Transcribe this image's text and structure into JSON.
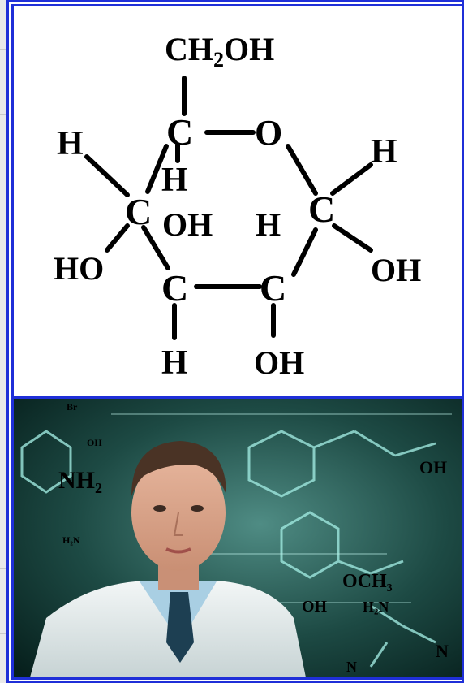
{
  "structure": {
    "atoms": {
      "ch2oh": "CH",
      "ch2oh_sub": "2",
      "ch2oh_tail": "OH",
      "c5": "C",
      "o_ring": "O",
      "h_c5": "H",
      "h_c4": "H",
      "c4": "C",
      "oh_c3": "OH",
      "h_c2": "H",
      "c1": "C",
      "h_c1": "H",
      "ho_c4": "HO",
      "c3": "C",
      "c2": "C",
      "oh_c1": "OH",
      "h_c3": "H",
      "oh_c2": "OH"
    }
  },
  "photo": {
    "labels": {
      "br": "Br",
      "oh_small": "OH",
      "nh2": "NH",
      "nh2_sub": "2",
      "h2n_left": "H₂N",
      "oh_right": "OH",
      "och3": "OCH",
      "och3_sub": "3",
      "oh_mid": "OH",
      "h2n_right": "H₂N",
      "n_right": "N",
      "n_bottom": "N"
    }
  },
  "colors": {
    "frame": "#1f2fd8",
    "photo_glow": "#9fe8df"
  }
}
